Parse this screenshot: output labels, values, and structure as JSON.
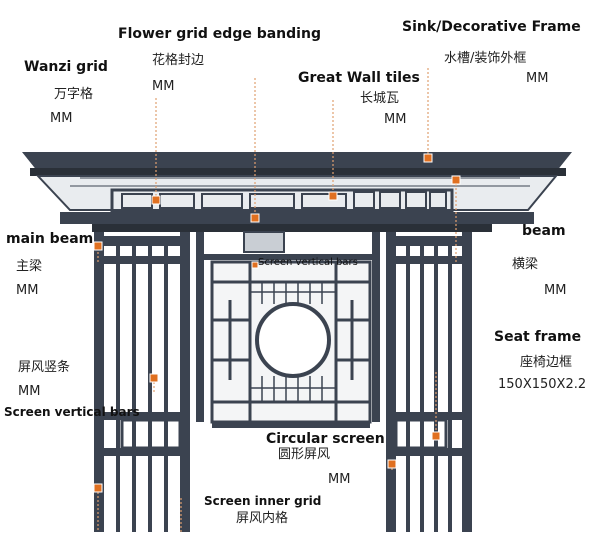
{
  "labels": {
    "flower_grid": {
      "en": "Flower grid edge banding",
      "zh": "花格封边",
      "mm": "MM"
    },
    "sink_frame": {
      "en": "Sink/Decorative Frame",
      "zh": "水槽/装饰外框",
      "mm": "MM"
    },
    "wanzi_grid": {
      "en": "Wanzi grid",
      "zh": "万字格",
      "mm": "MM"
    },
    "great_wall_tiles": {
      "en": "Great Wall tiles",
      "zh": "长城瓦",
      "mm": "MM"
    },
    "main_beam": {
      "en": "main beam",
      "zh": "主梁",
      "mm": "MM"
    },
    "beam": {
      "en": "beam",
      "zh": "横梁",
      "mm": "MM"
    },
    "seat_frame": {
      "en": "Seat frame",
      "zh": "座椅边框",
      "spec": "150X150X2.2"
    },
    "screen_vertical_bars": {
      "zh": "屏风竖条",
      "mm": "MM",
      "en": "Screen vertical bars"
    },
    "screen_vertical_bars_inner": {
      "en": "Screen vertical bars"
    },
    "circular_screen": {
      "en": "Circular screen",
      "zh": "圆形屏风",
      "mm": "MM"
    },
    "screen_inner_grid": {
      "en": "Screen inner grid",
      "zh": "屏风内格"
    }
  },
  "colors": {
    "frame": "#3b4350",
    "frame_dark": "#2a3038",
    "leader": "#e0a070",
    "marker": "#e07020"
  }
}
